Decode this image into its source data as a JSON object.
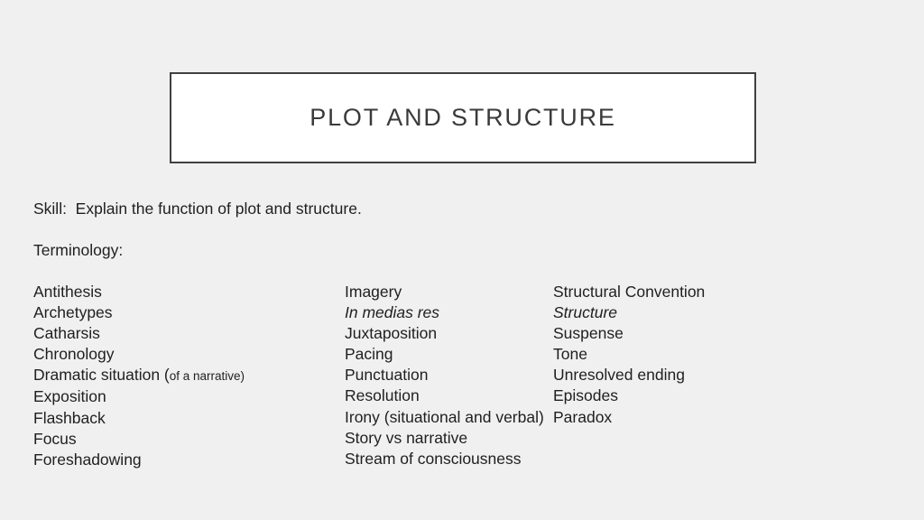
{
  "slide": {
    "title": "PLOT AND STRUCTURE",
    "skill_line": "Skill:  Explain the function of plot and structure.",
    "terminology_label": "Terminology:",
    "colors": {
      "background": "#f0f0f0",
      "title_box_fill": "#ffffff",
      "title_box_border": "#404040",
      "text": "#1f1f1f"
    },
    "columns": [
      {
        "name": "column-1",
        "items": [
          {
            "text": "Antithesis"
          },
          {
            "text": "Archetypes"
          },
          {
            "text": "Catharsis"
          },
          {
            "text": "Chronology"
          },
          {
            "text": "Dramatic situation (",
            "small_suffix": "of a narrative)"
          },
          {
            "text": "Exposition"
          },
          {
            "text": "Flashback"
          },
          {
            "text": "Focus"
          },
          {
            "text": "Foreshadowing"
          }
        ]
      },
      {
        "name": "column-2",
        "items": [
          {
            "text": "Imagery"
          },
          {
            "text": "In medias res",
            "italic": true
          },
          {
            "text": "Juxtaposition"
          },
          {
            "text": "Pacing"
          },
          {
            "text": "Punctuation"
          },
          {
            "text": "Resolution"
          },
          {
            "text": "Irony (situational and verbal)"
          },
          {
            "text": "Story vs narrative"
          },
          {
            "text": "Stream of consciousness"
          }
        ]
      },
      {
        "name": "column-3",
        "items": [
          {
            "text": "Structural Convention"
          },
          {
            "text": "Structure",
            "italic": true
          },
          {
            "text": "Suspense"
          },
          {
            "text": "Tone"
          },
          {
            "text": "Unresolved ending"
          },
          {
            "text": "Episodes"
          },
          {
            "text": "Paradox"
          }
        ]
      }
    ]
  }
}
